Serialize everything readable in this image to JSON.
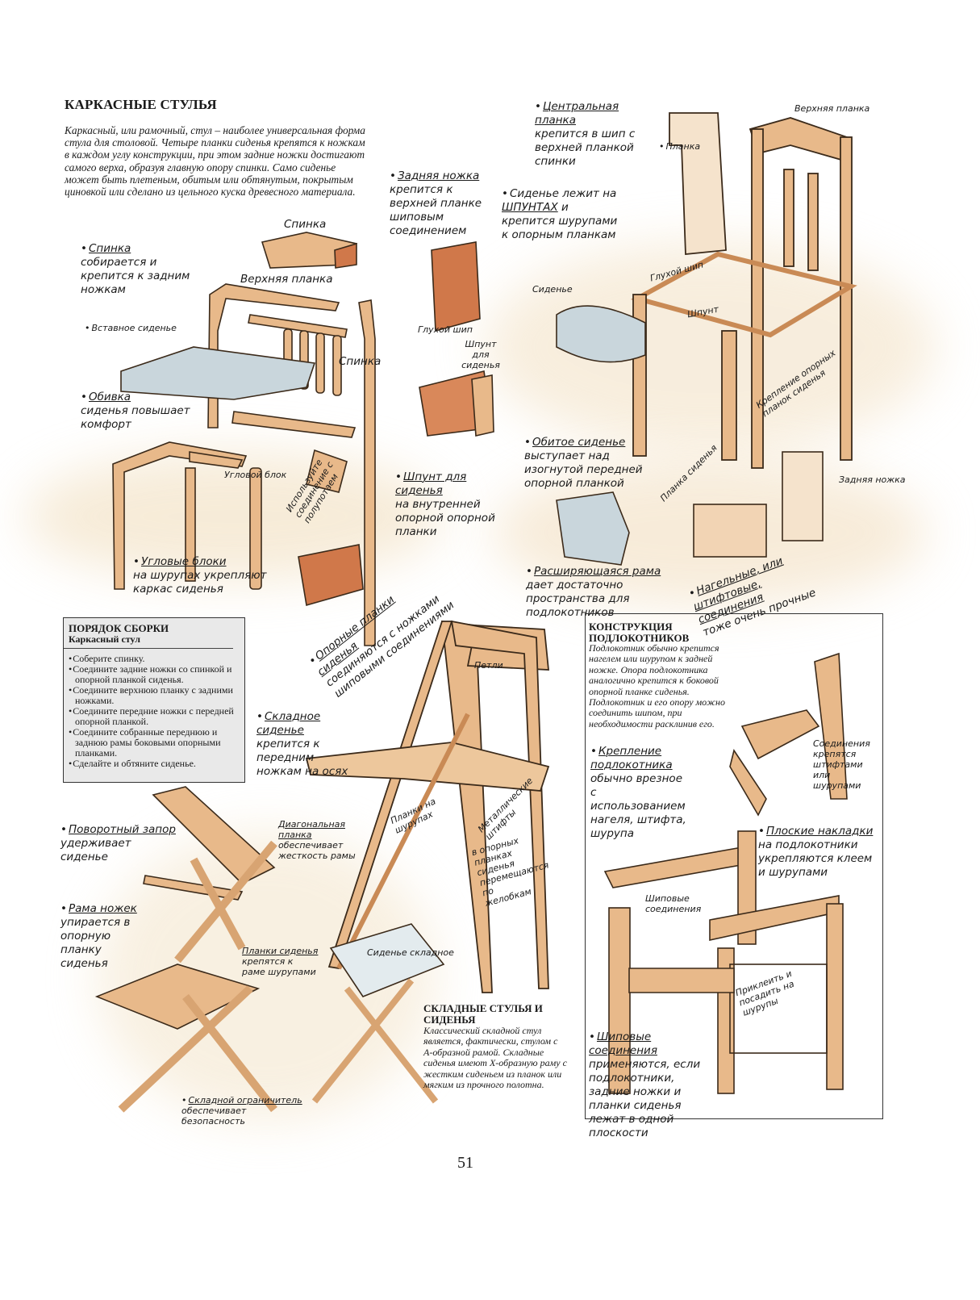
{
  "page": {
    "title": "КАРКАСНЫЕ СТУЛЬЯ",
    "intro": "Каркасный, или рамочный, стул – наиболее универсальная форма стула для столовой. Четыре планки сиденья крепятся к ножкам в каждом углу конструкции, при этом задние ножки достигают самого верха, образуя главную опору спинки. Само сиденье может быть плетеным, обитым или обтянутым, покрытым циновкой или сделано из цельного куска древесного материала.",
    "page_number": "51"
  },
  "labels": {
    "spinka_top": "Спинка",
    "spinka_note_t": "Спинка",
    "spinka_note_r": "собирается и крепится к задним ножкам",
    "verkhnyaya_planka": "Верхняя планка",
    "vstavnoe": "Вставное сиденье",
    "spinka_mid": "Спинка",
    "obivka_t": "Обивка",
    "obivka_r": "сиденья повышает комфорт",
    "uglovoy_blok": "Угловой блок",
    "uglovye_t": "Угловые блоки",
    "uglovye_r": "на шурупах укрепляют каркас сиденья",
    "zadnyaya_t": "Задняя ножка",
    "zadnyaya_r": "крепится к верхней планке шиповым соединением",
    "glukhoy_ship_1": "Глухой шип",
    "shpunt_dlya": "Шпунт для сиденья",
    "shpunt_note_t": "Шпунт для сиденья",
    "shpunt_note_r": "на внутренней опорной опорной планки",
    "polupotai": "Используйте соединение с полупотаем",
    "opornye_t": "Опорные планки сиденья",
    "opornye_r": "соединяются с ножками шиповыми соединениями",
    "central_t": "Центральная планка",
    "central_r": "крепится в шип с верхней планкой спинки",
    "verkhnyaya_r": "Верхняя планка",
    "planka": "Планка",
    "sidene_lezhit_a": "Сиденье лежит на ",
    "sidene_lezhit_u": "ШПУНТАХ",
    "sidene_lezhit_b": " и крепится шурупами к опорным планкам",
    "glukhoy_ship_2": "Глухой шип",
    "sidene": "Сиденье",
    "shpunt": "Шпунт",
    "kreplenie_opornykh": "Крепление опорных планок сиденья",
    "obitoe_t": "Обитое сиденье",
    "obitoe_r": "выступает над изогнутой передней опорной планкой",
    "planka_sidenya": "Планка сиденья",
    "zadnyaya_nozhka": "Задняя ножка",
    "rasshir_t": "Расширяющаяся рама",
    "rasshir_r": "дает достаточно пространства для подлокотников",
    "nageli_t": "Нагельные, или штифтовые, соединения",
    "nageli_r": "тоже очень прочные",
    "petli": "Петли",
    "skladnoe_t": "Складное сиденье",
    "skladnoe_r": "крепится к передним ножкам на осях",
    "diag_t": "Диагональная планка",
    "diag_r": "обеспечивает жесткость рамы",
    "planki_shurup": "Планки на шурупах",
    "metal_shtifty": "Металлические штифты",
    "v_opornykh": "в опорных планках сиденья перемещаются по желобкам",
    "povorot_t": "Поворотный запор",
    "povorot_r": "удерживает сиденье",
    "rama_t": "Рама ножек",
    "rama_r": "упирается в опорную планку сиденья",
    "planki_sidenya_t": "Планки сиденья",
    "planki_sidenya_r": "крепятся к раме шурупами",
    "sidene_skladnoe": "Сиденье складное",
    "skladnoy_t": "Складной ограничитель",
    "skladnoy_r": "обеспечивает безопасность",
    "kreplenie_podl_t": "Крепление подлокотника",
    "kreplenie_podl_r": "обычно врезное с использованием нагеля, штифта, шурупа",
    "soedineniya_shtift": "Соединения крепятся штифтами или шурупами",
    "ploskie_t": "Плоские накладки",
    "ploskie_r": "на подлокотники укрепляются клеем и шурупами",
    "shipovye": "Шиповые соединения",
    "prikleit": "Приклеить и посадить на шурупы",
    "shipovye_t": "Шиповые соединения",
    "shipovye_r": "применяются, если подлокотники, задние ножки и планки сиденья лежат в одной плоскости"
  },
  "assembly": {
    "title": "ПОРЯДОК СБОРКИ",
    "subtitle": "Каркасный стул",
    "steps": [
      "Соберите спинку.",
      "Соедините задние ножки со спинкой и опорной планкой сиденья.",
      "Соедините верхнюю планку с задними ножками.",
      "Соедините передние ножки с передней опорной планкой.",
      "Соедините собранные переднюю и заднюю рамы боковыми опорными планками.",
      "Сделайте и обтяните сиденье."
    ]
  },
  "armrests": {
    "title": "КОНСТРУКЦИЯ ПОДЛОКОТНИКОВ",
    "text": "Подлокотник обычно крепится нагелем или шурупом к задней ножке. Опора подлокотника аналогично крепится к боковой опорной планке сиденья. Подлокотник и его опору можно соединить шипом, при необходимости расклинив его."
  },
  "folding": {
    "title": "СКЛАДНЫЕ СТУЛЬЯ И СИДЕНЬЯ",
    "text": "Классический складной стул является, фактически, стулом с А-образной рамой. Складные сиденья имеют Х-образную раму с жестким сиденьем из планок или мягким из прочного полотна."
  },
  "colors": {
    "wood": "#e8b98a",
    "wood_dark": "#c98a55",
    "end_grain": "#d0784a",
    "seat_blue": "#c9d6dc",
    "wash": "#efd9b3",
    "box_grey": "#e9e9e9"
  }
}
